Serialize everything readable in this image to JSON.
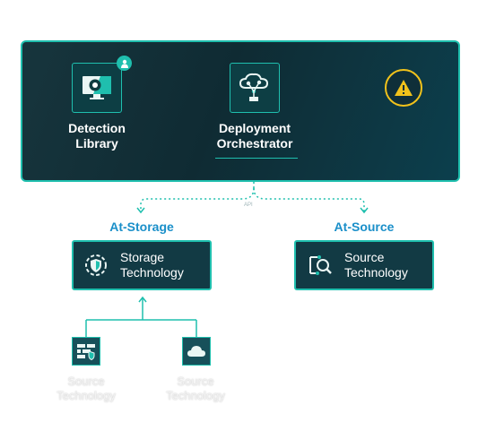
{
  "top": {
    "detection": {
      "title_line1": "Detection",
      "title_line2": "Library"
    },
    "orchestrator": {
      "title_line1": "Deployment",
      "title_line2": "Orchestrator"
    },
    "tiny_label": "API"
  },
  "branches": {
    "storage": {
      "label": "At-Storage",
      "box_line1": "Storage",
      "box_line2": "Technology"
    },
    "source": {
      "label": "At-Source",
      "box_line1": "Source",
      "box_line2": "Technology"
    }
  },
  "children": [
    {
      "line1": "Source",
      "line2": "Technology",
      "icon": "firewall-icon"
    },
    {
      "line1": "Source",
      "line2": "Technology",
      "icon": "cloud-icon"
    }
  ],
  "colors": {
    "accent": "#1fbfae",
    "label_blue": "#1a8fc9",
    "warning": "#f1c21b",
    "panel": "#12343c"
  }
}
